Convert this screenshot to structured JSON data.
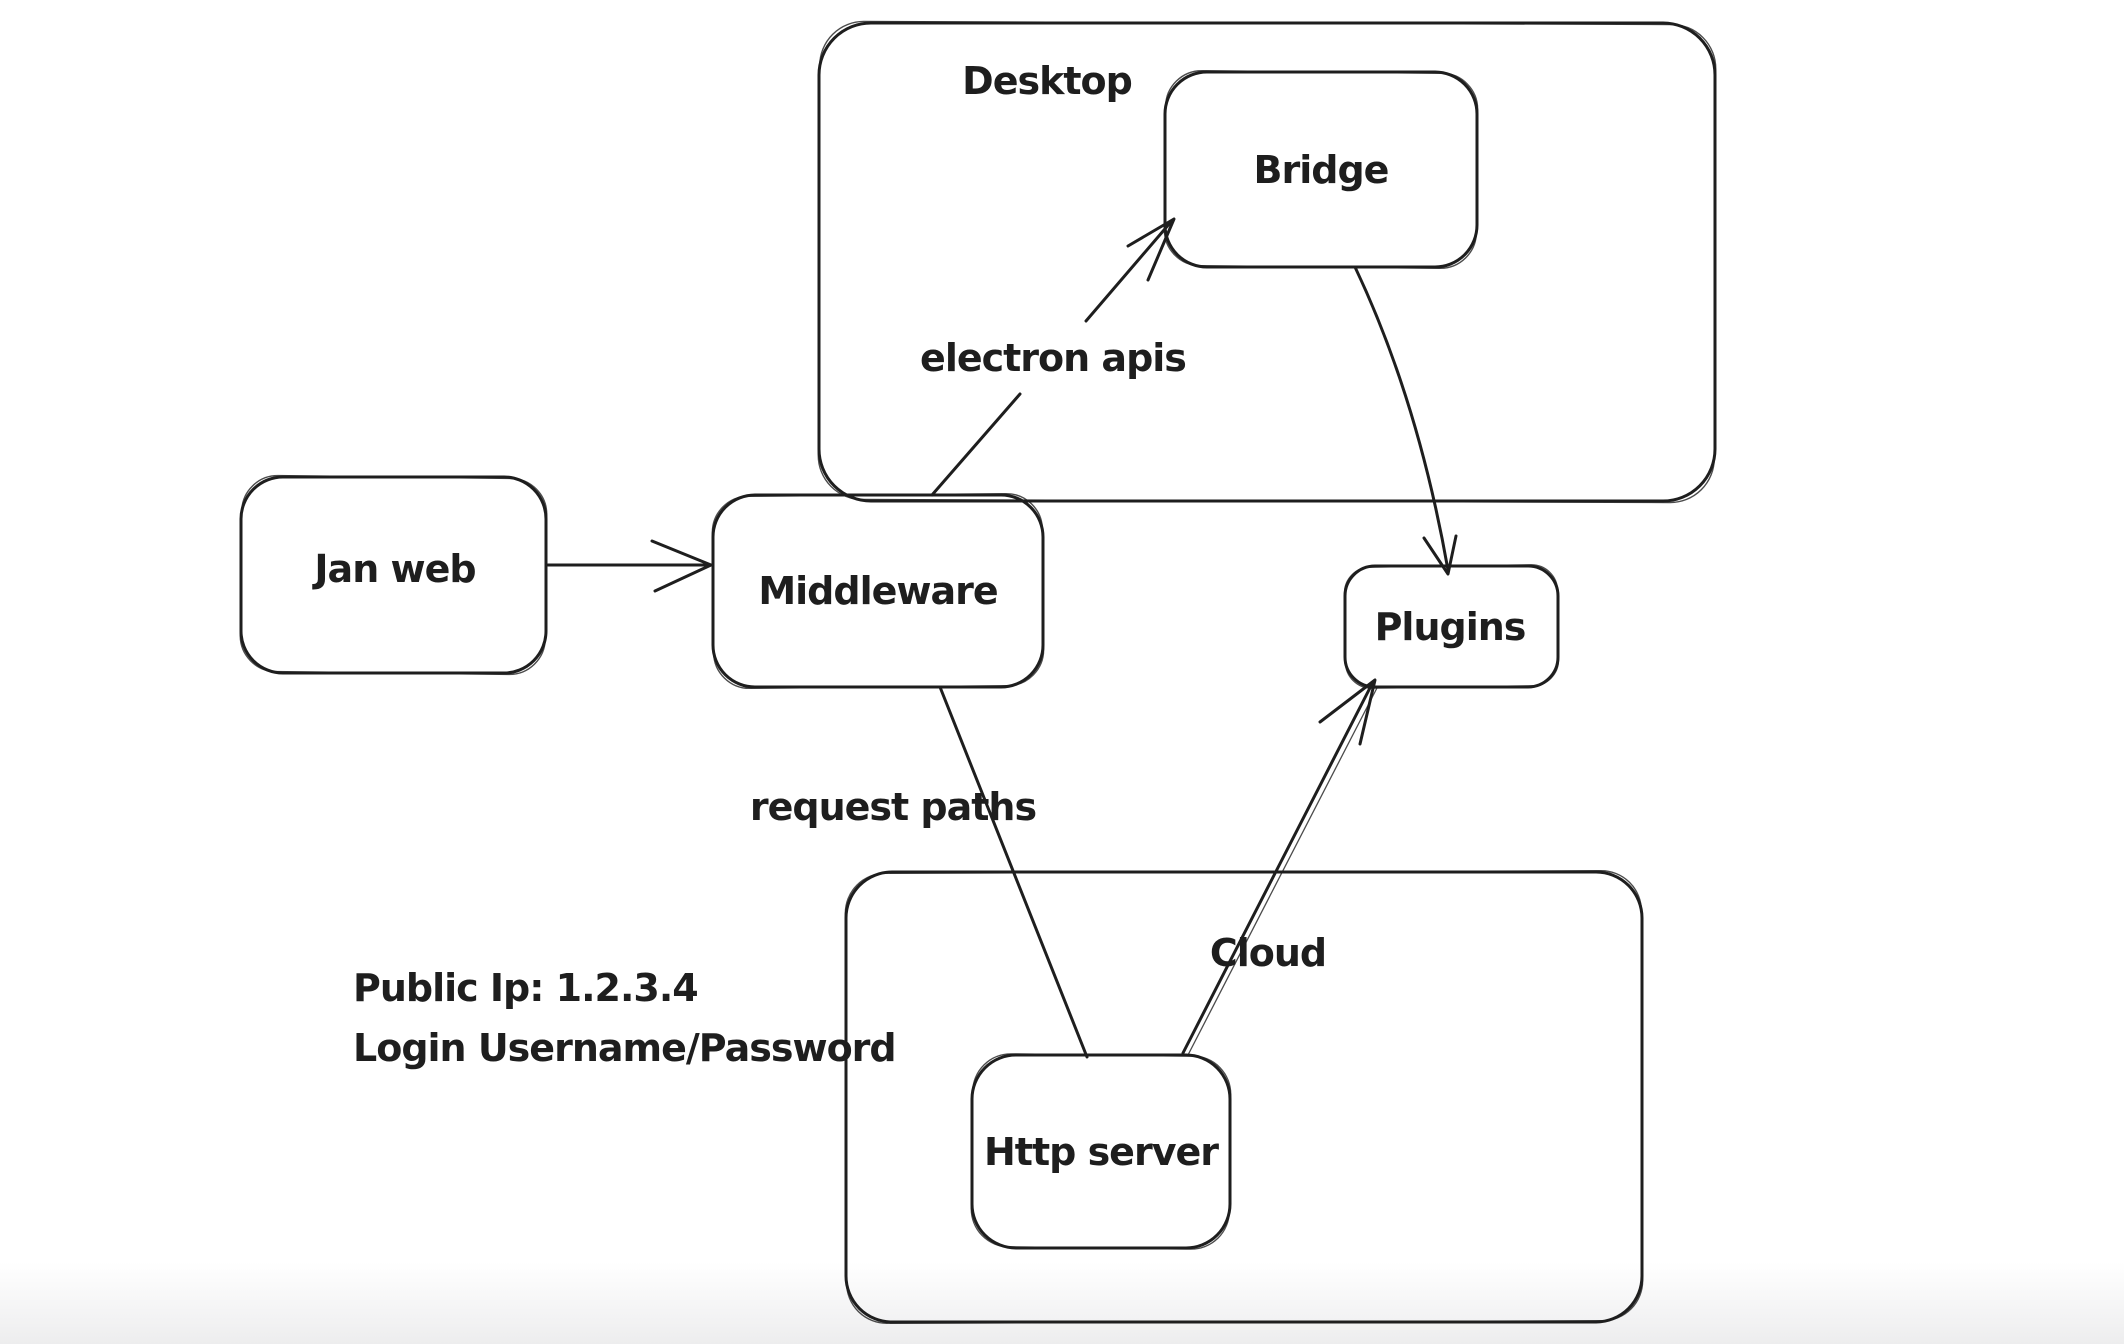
{
  "diagram": {
    "kind": "hand-drawn architecture diagram",
    "containers": [
      {
        "id": "desktop",
        "label": "Desktop"
      },
      {
        "id": "cloud",
        "label": "Cloud"
      }
    ],
    "nodes": [
      {
        "id": "jan-web",
        "label": "Jan web"
      },
      {
        "id": "middleware",
        "label": "Middleware"
      },
      {
        "id": "bridge",
        "label": "Bridge"
      },
      {
        "id": "plugins",
        "label": "Plugins"
      },
      {
        "id": "http-server",
        "label": "Http server"
      }
    ],
    "edges": [
      {
        "from": "Jan web",
        "to": "Middleware",
        "label": "",
        "arrowhead": "arrow"
      },
      {
        "from": "Middleware",
        "to": "Bridge",
        "label": "electron apis",
        "arrowhead": "arrow"
      },
      {
        "from": "Bridge",
        "to": "Plugins",
        "label": "",
        "arrowhead": "arrow"
      },
      {
        "from": "Middleware",
        "to": "Http server",
        "label": "request paths",
        "arrowhead": "none"
      },
      {
        "from": "Http server",
        "to": "Plugins",
        "label": "",
        "arrowhead": "arrow"
      }
    ],
    "notes": [
      {
        "label": "Public Ip: 1.2.3.4"
      },
      {
        "label": "Login Username/Password"
      }
    ],
    "colors": {
      "stroke": "#1e1e1e",
      "canvas": "#ffffff",
      "bottom_fade": "#ededee"
    }
  }
}
